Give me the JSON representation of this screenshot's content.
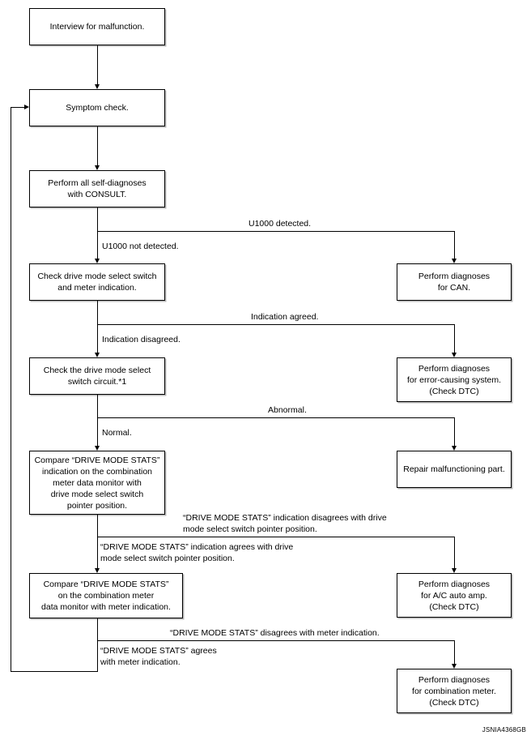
{
  "figure": {
    "code": "JSNIA4368GB",
    "type": "troubleshooting-flowchart"
  },
  "nodes": {
    "interview": "Interview for malfunction.",
    "symptom_check": "Symptom check.",
    "self_diagnoses": "Perform all self-diagnoses\nwith CONSULT.",
    "check_switch_meter": "Check drive mode select switch\nand meter indication.",
    "check_switch_circuit": "Check the drive mode select\nswitch circuit.*1",
    "compare_pointer": "Compare “DRIVE MODE STATS”\nindication on the combination\nmeter data monitor with\ndrive mode select switch\npointer position.",
    "compare_meter": "Compare “DRIVE MODE STATS”\non the combination meter\ndata monitor with meter indication.",
    "diagnoses_can": "Perform diagnoses\nfor CAN.",
    "diagnoses_error_system": "Perform diagnoses\nfor error-causing system.\n(Check DTC)",
    "repair_part": "Repair malfunctioning part.",
    "diagnoses_ac_amp": "Perform diagnoses\nfor A/C auto amp.\n(Check DTC)",
    "diagnoses_comb_meter": "Perform diagnoses\nfor combination meter.\n(Check DTC)"
  },
  "edge_labels": {
    "u1000_detected": "U1000 detected.",
    "u1000_not_detected": "U1000 not detected.",
    "indication_agreed": "Indication agreed.",
    "indication_disagreed": "Indication disagreed.",
    "abnormal": "Abnormal.",
    "normal": "Normal.",
    "stats_disagrees_pointer": "“DRIVE MODE STATS” indication disagrees with drive\nmode select switch pointer position.",
    "stats_agrees_pointer": "“DRIVE MODE STATS” indication agrees with drive\nmode select switch pointer position.",
    "stats_disagrees_meter": "“DRIVE MODE STATS” disagrees with meter indication.",
    "stats_agrees_meter": "“DRIVE MODE STATS” agrees\nwith meter indication."
  },
  "colors": {
    "line": "#000000",
    "shadow": "#b8b8b8",
    "background": "#ffffff"
  }
}
